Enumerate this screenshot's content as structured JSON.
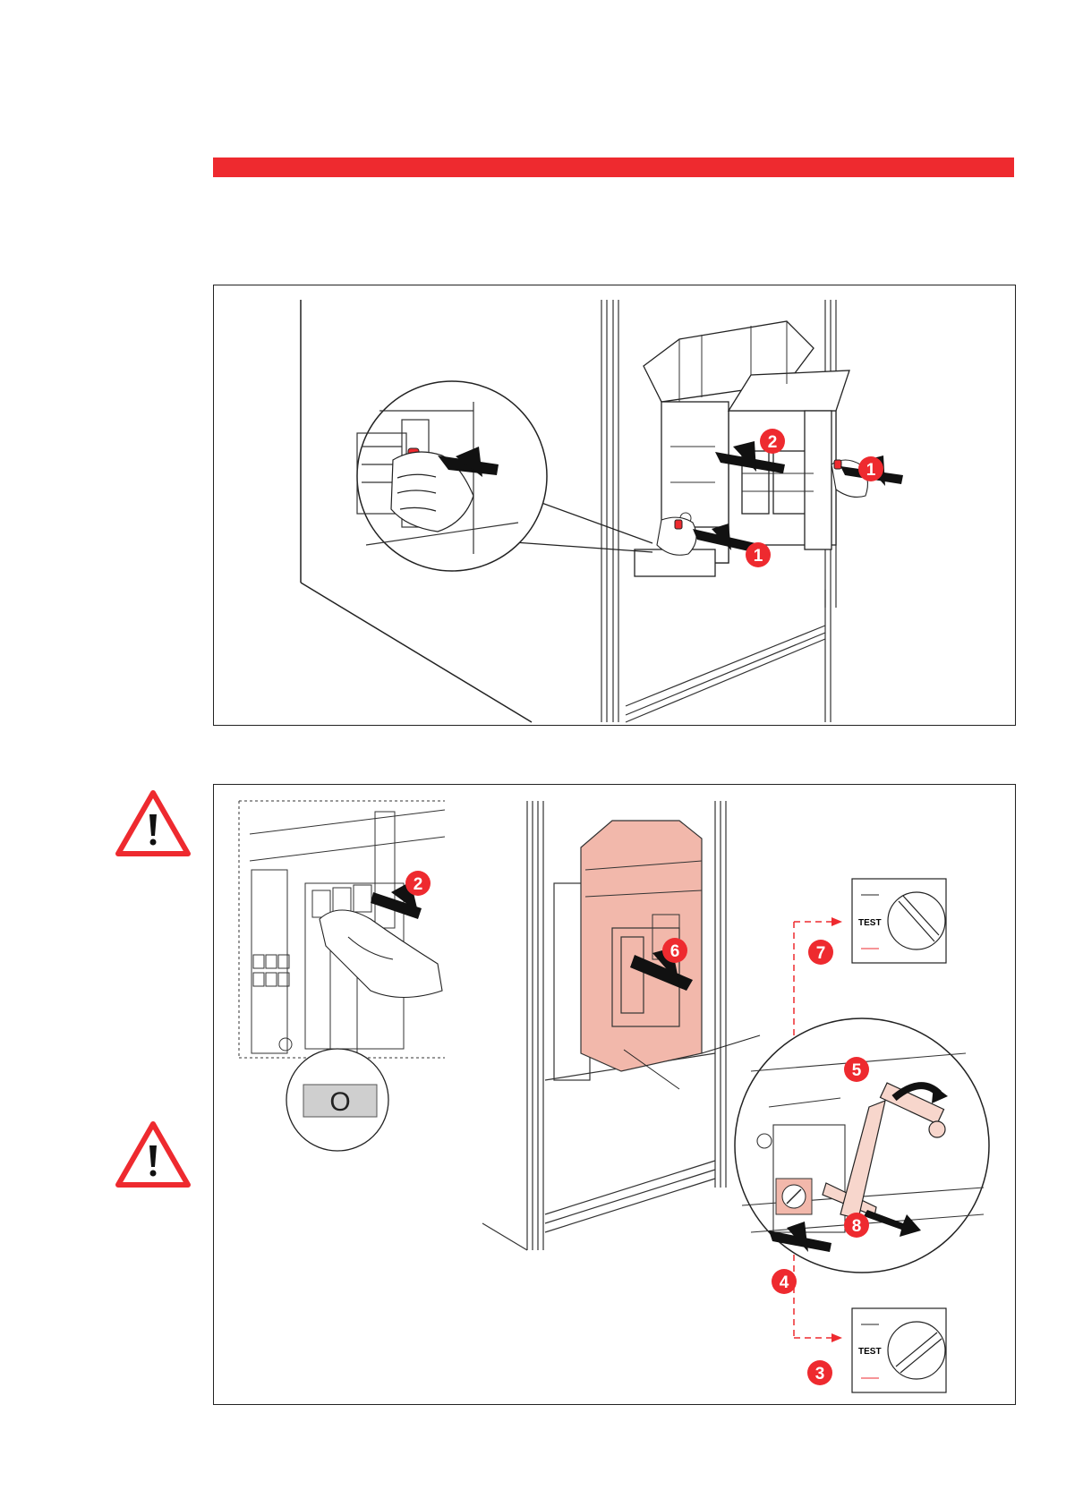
{
  "document": {
    "accent_color": "#ee2a2f",
    "salmon_color": "#f2b8ab"
  },
  "figure_top": {
    "steps": [
      "1",
      "2",
      "1"
    ]
  },
  "figure_bottom": {
    "steps": [
      "2",
      "6",
      "7",
      "5",
      "8",
      "4",
      "3"
    ],
    "switch_symbol": "O",
    "selector_label_top": "TEST",
    "selector_label_bottom": "TEST"
  },
  "icons": [
    "warning-icon",
    "warning-icon"
  ]
}
